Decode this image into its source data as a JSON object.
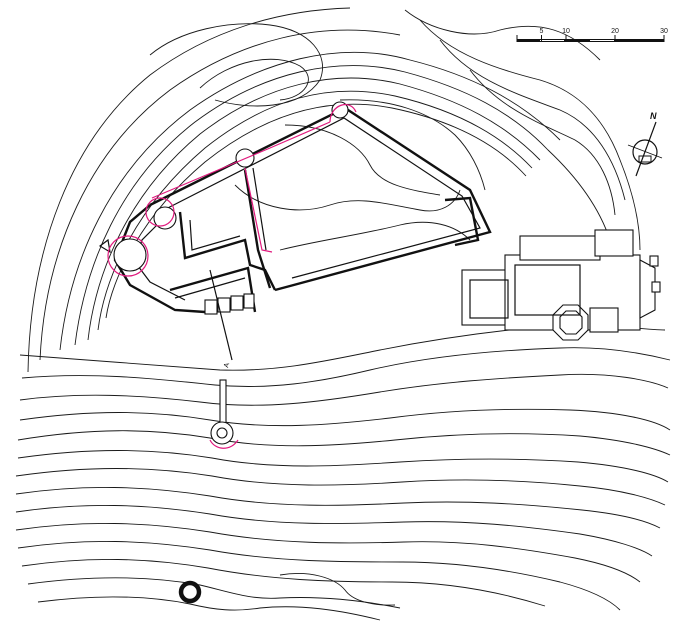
{
  "scale_bar": {
    "ticks": [
      {
        "value": 0,
        "label": ""
      },
      {
        "value": 5,
        "label": "5"
      },
      {
        "value": 10,
        "label": "10"
      },
      {
        "value": 20,
        "label": "20"
      },
      {
        "value": 30,
        "label": "30"
      }
    ]
  },
  "north_arrow": {
    "label": "N",
    "icon": "north-arrow-icon"
  },
  "section_marker": {
    "label": "A"
  },
  "colors": {
    "line": "#111111",
    "accent": "#e0197d",
    "background": "#ffffff"
  }
}
